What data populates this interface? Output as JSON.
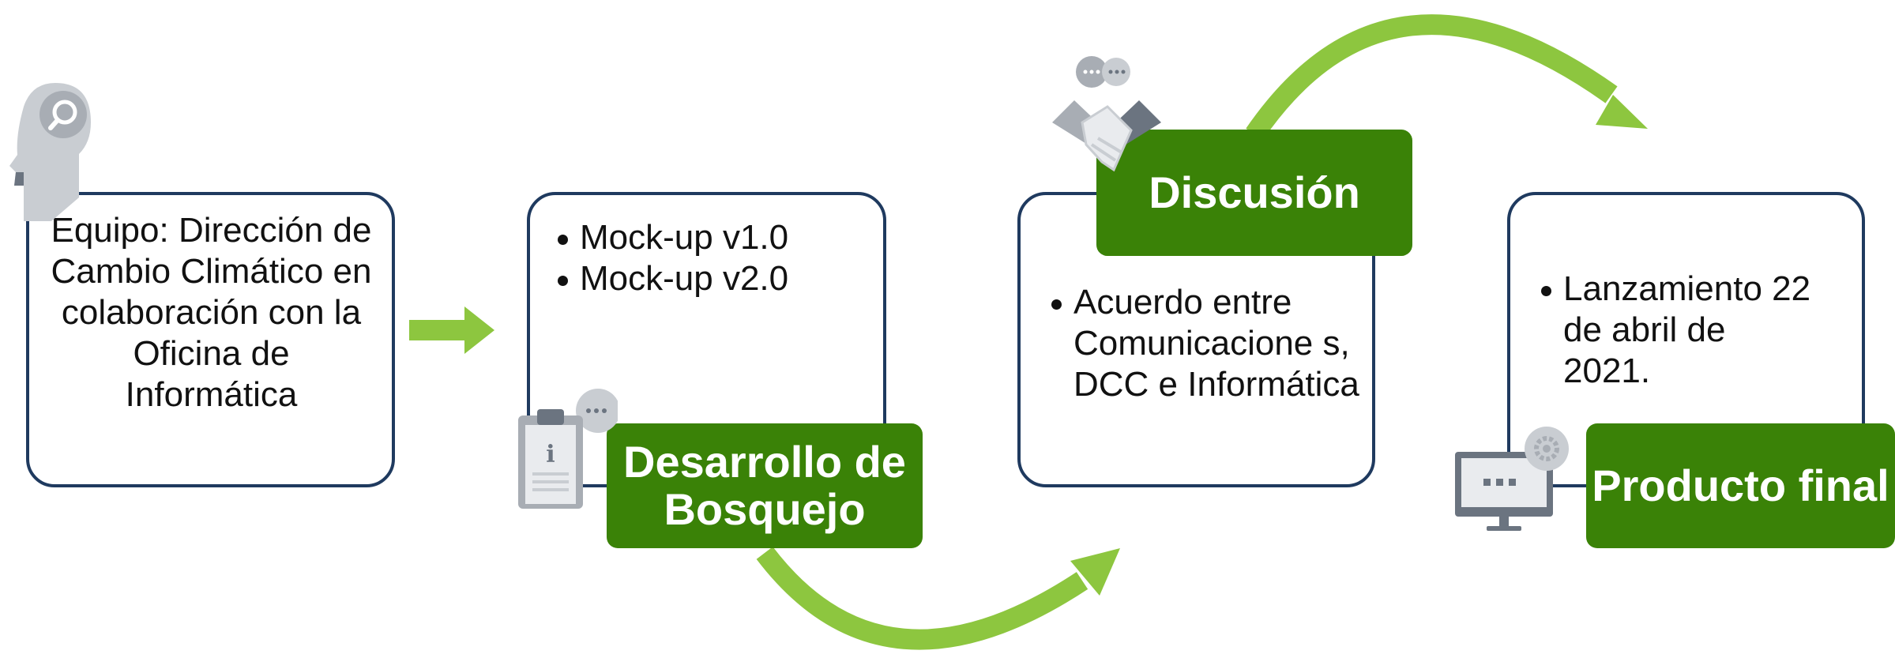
{
  "steps": [
    {
      "text": "Equipo: Dirección de Cambio Climático en colaboración con la Oficina de Informática",
      "icon": "head-search-icon"
    },
    {
      "title": "Desarrollo de Bosquejo",
      "bullets": [
        "Mock-up v1.0",
        "Mock-up v2.0"
      ],
      "icon": "clipboard-info-icon"
    },
    {
      "title": "Discusión",
      "bullets": [
        "Acuerdo entre Comunicacione s, DCC e Informática"
      ],
      "icon": "handshake-icon"
    },
    {
      "title": "Producto final",
      "bullets": [
        "Lanzamiento 22 de abril de 2021."
      ],
      "icon": "monitor-gear-icon"
    }
  ],
  "colors": {
    "box_border": "#1f3a5f",
    "label_bg": "#3a8207",
    "arrow": "#8dc63f",
    "icon_gray": "#a8adb4",
    "icon_dark": "#6b7480"
  }
}
